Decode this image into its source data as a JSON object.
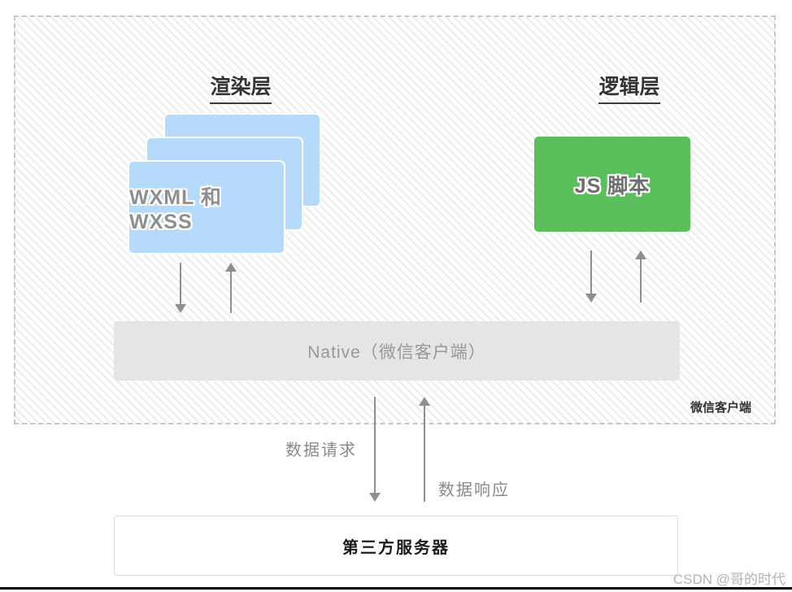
{
  "diagram": {
    "render_layer": {
      "title": "渲染层",
      "card_label": "WXML 和 WXSS"
    },
    "logic_layer": {
      "title": "逻辑层",
      "box_label": "JS 脚本"
    },
    "native_bar": {
      "label": "Native（微信客户端）"
    },
    "frame_label": "微信客户端",
    "data_flow": {
      "request_label": "数据请求",
      "response_label": "数据响应"
    },
    "server_box": {
      "label": "第三方服务器"
    },
    "watermark": "CSDN @哥的时代",
    "colors": {
      "card_blue": "#b5dafa",
      "box_green": "#5bc05b",
      "native_gray": "#e5e5e5",
      "arrow_gray": "#8f8f8f",
      "hatch_gray": "#ececec",
      "title_dark": "#333333",
      "label_gray": "#8a8a8a",
      "watermark_gray": "#b3b3b3"
    }
  }
}
